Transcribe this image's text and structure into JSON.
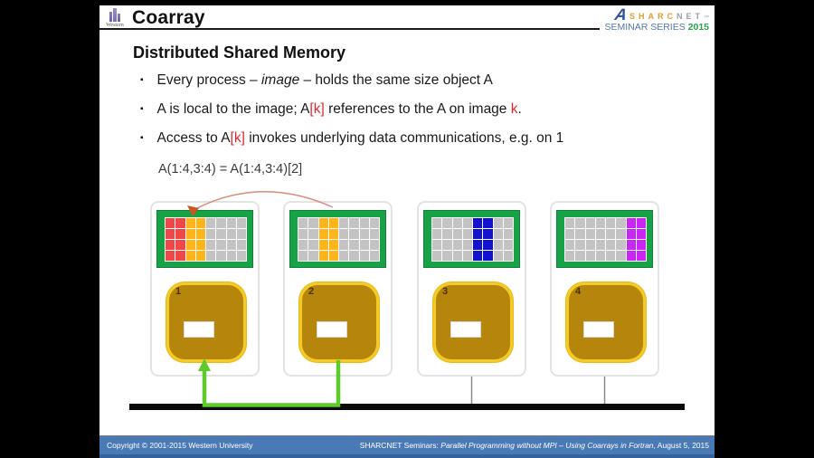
{
  "header": {
    "title": "Coarray",
    "western_label": "Western",
    "sharcnet": {
      "letters_orange": "SHARC",
      "letters_gray": "NET",
      "tm": "™",
      "seminar": "SEMINAR SERIES",
      "year": "2015"
    }
  },
  "content": {
    "heading": "Distributed Shared Memory",
    "bullet_marker": "▪",
    "bullets": [
      {
        "seg1": "Every process – ",
        "seg2": "image",
        "seg3": " – holds the same size object A"
      },
      {
        "seg1": "A is local to the image; A",
        "seg2": "[k]",
        "seg3": " references to the A on image ",
        "seg4": "k",
        "seg5": "."
      },
      {
        "seg1": "Access to A",
        "seg2": "[k]",
        "seg3": " invokes underlying data communications, e.g. on 1"
      }
    ],
    "formula": "A(1:4,3:4) = A(1:4,3:4)[2]"
  },
  "diagram": {
    "rows": 4,
    "cols": 8,
    "cell_colors": {
      "red": "#f04848",
      "amber": "#ffb41a",
      "gray": "#c3c3c3",
      "blue": "#1212cf",
      "magenta": "#c926f5"
    },
    "panels": [
      {
        "number": "1",
        "columns": [
          "red",
          "red",
          "amber",
          "amber",
          "gray",
          "gray",
          "gray",
          "gray"
        ]
      },
      {
        "number": "2",
        "columns": [
          "gray",
          "gray",
          "amber",
          "amber",
          "gray",
          "gray",
          "gray",
          "gray"
        ]
      },
      {
        "number": "3",
        "columns": [
          "gray",
          "gray",
          "gray",
          "gray",
          "blue",
          "blue",
          "gray",
          "gray"
        ]
      },
      {
        "number": "4",
        "columns": [
          "gray",
          "gray",
          "gray",
          "gray",
          "gray",
          "gray",
          "magenta",
          "magenta"
        ]
      }
    ]
  },
  "footer": {
    "left": "Copyright ©  2001-2015 Western University",
    "right_prefix": "SHARCNET Seminars: ",
    "right_italic": "Parallel Programming without MPI – Using Coarrays in Fortran",
    "right_suffix": ", August 5, 2015"
  },
  "colors": {
    "board_green": "#18a246",
    "gold_fill": "#b5860b",
    "gold_border": "#f4ca28",
    "green_arrow": "#5ecb2b",
    "pink_arc": "#d98b80",
    "arc_head": "#cc5522",
    "bus_black": "#0a0a0a",
    "gray_line": "#8a8a8a",
    "footer_bg": "#4a7ab5",
    "red_text": "#e0282e"
  }
}
